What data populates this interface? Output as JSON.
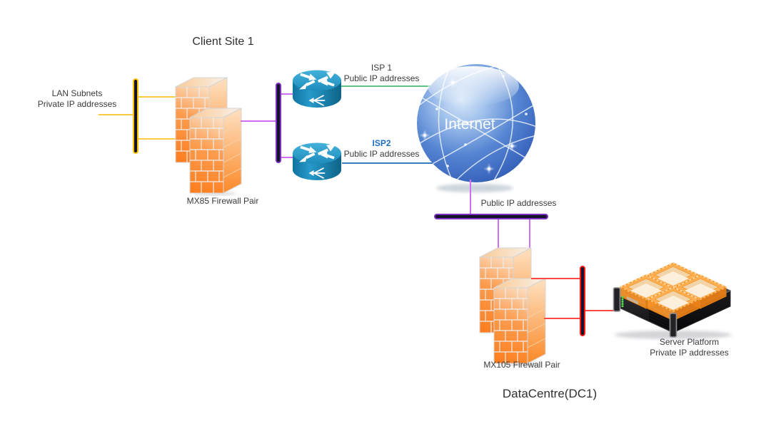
{
  "titles": {
    "client_site": "Client Site 1",
    "datacentre": "DataCentre(DC1)"
  },
  "labels": {
    "lan_line1": "LAN Subnets",
    "lan_line2": "Private IP addresses",
    "mx85": "MX85 Firewall Pair",
    "isp1_name": "ISP 1",
    "isp1_detail": "Public IP addresses",
    "isp2_name": "ISP2",
    "isp2_detail": "Public IP addresses",
    "internet": "Internet",
    "public_segment": "Public IP addresses",
    "mx105": "MX105 Firewall Pair",
    "server_line1": "Server Platform",
    "server_line2": "Private IP addresses"
  },
  "icons": {
    "firewall": "brick-firewall-icon",
    "router": "cisco-router-icon",
    "internet": "internet-globe-icon",
    "server": "rack-server-crates-icon"
  },
  "colors": {
    "text": "#3A3A3A",
    "lan_segment": "#FFC000",
    "lan_link": "#FFC845",
    "wan_segment": "#7B2FBE",
    "violet_link": "#CE6FF2",
    "isp1_link": "#5DC389",
    "isp2_link": "#3579BE",
    "isp2_text": "#1F6FBF",
    "dc_segment": "#FF1A1A",
    "dc_link": "#FF4747",
    "segment_core": "#141428"
  }
}
